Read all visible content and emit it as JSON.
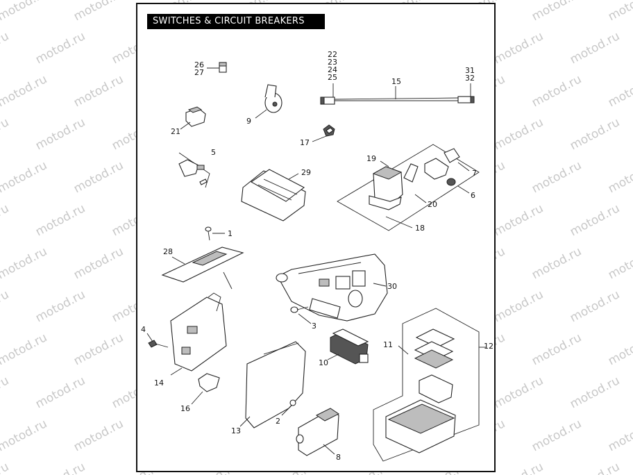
{
  "title": "SWITCHES & CIRCUIT BREAKERS",
  "watermark": "motod.ru",
  "callouts": {
    "c1": "1",
    "c2": "2",
    "c3": "3",
    "c4": "4",
    "c5": "5",
    "c6": "6",
    "c7": "7",
    "c8": "8",
    "c9": "9",
    "c10": "10",
    "c11": "11",
    "c12": "12",
    "c13": "13",
    "c14": "14",
    "c15": "15",
    "c16": "16",
    "c17": "17",
    "c18": "18",
    "c19": "19",
    "c20": "20",
    "c21": "21",
    "c22": "22",
    "c23": "23",
    "c24": "24",
    "c25": "25",
    "c26": "26",
    "c27": "27",
    "c28": "28",
    "c29": "29",
    "c30": "30",
    "c31": "31",
    "c32": "32"
  }
}
